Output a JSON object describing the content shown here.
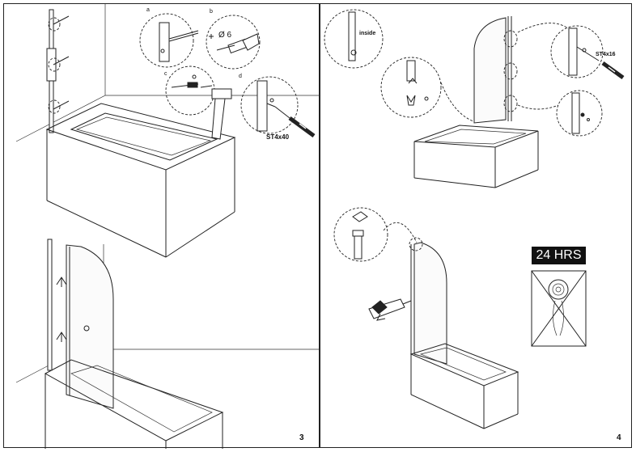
{
  "pages": {
    "left": {
      "page_number": "3",
      "detail_labels": {
        "a": "a",
        "b": "b",
        "c": "c",
        "d": "d"
      },
      "drill_size": "Ø 6",
      "screw_label": "ST4x40"
    },
    "right": {
      "page_number": "4",
      "inside_label": "inside",
      "screw_label": "ST4x16",
      "wait_label": "24 HRS"
    }
  }
}
